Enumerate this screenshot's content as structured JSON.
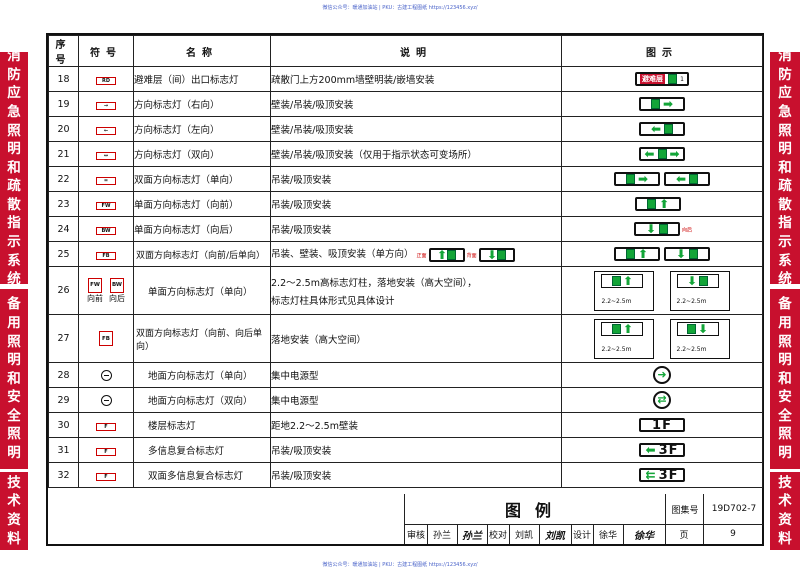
{
  "watermark": "微信公众号：暖通加油站 | PKU：古建工程图纸 https://123456.xyz/",
  "sidebar_left": {
    "section1": "消防应急照明和疏散指示系统",
    "section2": "备用照明和安全照明",
    "section3": "技术资料"
  },
  "sidebar_right": {
    "section1": "消防应急照明和疏散指示系统",
    "section2": "备用照明和安全照明",
    "section3": "技术资料"
  },
  "table": {
    "headers": [
      "序号",
      "符号",
      "名称",
      "说明",
      "图示"
    ],
    "rows": [
      {
        "num": "18",
        "symbol": "RD",
        "name": "避难层（间）出口标志灯",
        "desc": "疏散门上方200mm墙壁明装/嵌墙安装"
      },
      {
        "num": "19",
        "symbol": "→",
        "name": "方向标志灯（右向）",
        "desc": "壁装/吊装/吸顶安装"
      },
      {
        "num": "20",
        "symbol": "←",
        "name": "方向标志灯（左向）",
        "desc": "壁装/吊装/吸顶安装"
      },
      {
        "num": "21",
        "symbol": "↔",
        "name": "方向标志灯（双向）",
        "desc": "壁装/吊装/吸顶安装（仅用于指示状态可变场所）"
      },
      {
        "num": "22",
        "symbol": "=",
        "name": "双面方向标志灯（单向）",
        "desc": "吊装/吸顶安装"
      },
      {
        "num": "23",
        "symbol": "FW",
        "name": "单面方向标志灯（向前）",
        "desc": "吊装/吸顶安装"
      },
      {
        "num": "24",
        "symbol": "BW",
        "name": "单面方向标志灯（向后）",
        "desc": "吊装/吸顶安装"
      },
      {
        "num": "25",
        "symbol": "FB",
        "name": "双面方向标志灯（向前/后单向）",
        "desc": "吊装、壁装、吸顶安装（单方向）"
      },
      {
        "num": "26",
        "symbol": "FW",
        "symbol2": "BW",
        "sublabel1": "向前",
        "sublabel2": "向后",
        "name": "单面方向标志灯（单向）",
        "desc": "2.2～2.5m高标志灯柱，落地安装（高大空间），",
        "desc2": "标志灯柱具体形式见具体设计"
      },
      {
        "num": "27",
        "symbol": "FB",
        "name": "双面方向标志灯（向前、向后单向）",
        "desc": "落地安装（高大空间）"
      },
      {
        "num": "28",
        "symbol": "",
        "name": "地面方向标志灯（单向）",
        "desc": "集中电源型"
      },
      {
        "num": "29",
        "symbol": "",
        "name": "地面方向标志灯（双向）",
        "desc": "集中电源型"
      },
      {
        "num": "30",
        "symbol": "F",
        "name": "楼层标志灯",
        "desc": "距地2.2～2.5m壁装"
      },
      {
        "num": "31",
        "symbol": "F",
        "name": "多信息复合标志灯",
        "desc": "吊装/吸顶安装"
      },
      {
        "num": "32",
        "symbol": "F",
        "name": "双面多信息复合标志灯",
        "desc": "吊装/吸顶安装"
      }
    ]
  },
  "figures": {
    "refuge_label": "避难层",
    "tag_front": "正面",
    "tag_back": "背面",
    "tag_toward": "向后",
    "pole_label": "2.2~2.5m",
    "floor_1f": "1F",
    "floor_3f": "3F",
    "digit_1": "1"
  },
  "titleblock": {
    "title": "图例",
    "atlas_label": "图集号",
    "atlas_no": "19D702-7",
    "page_label": "页",
    "page_no": "9",
    "review_label": "审核",
    "review_name": "孙兰",
    "check_label": "校对",
    "check_name": "刘凯",
    "design_label": "设计",
    "design_name": "徐华"
  },
  "colors": {
    "sidebar_red": "#c8102e",
    "sign_green": "#13a538"
  }
}
